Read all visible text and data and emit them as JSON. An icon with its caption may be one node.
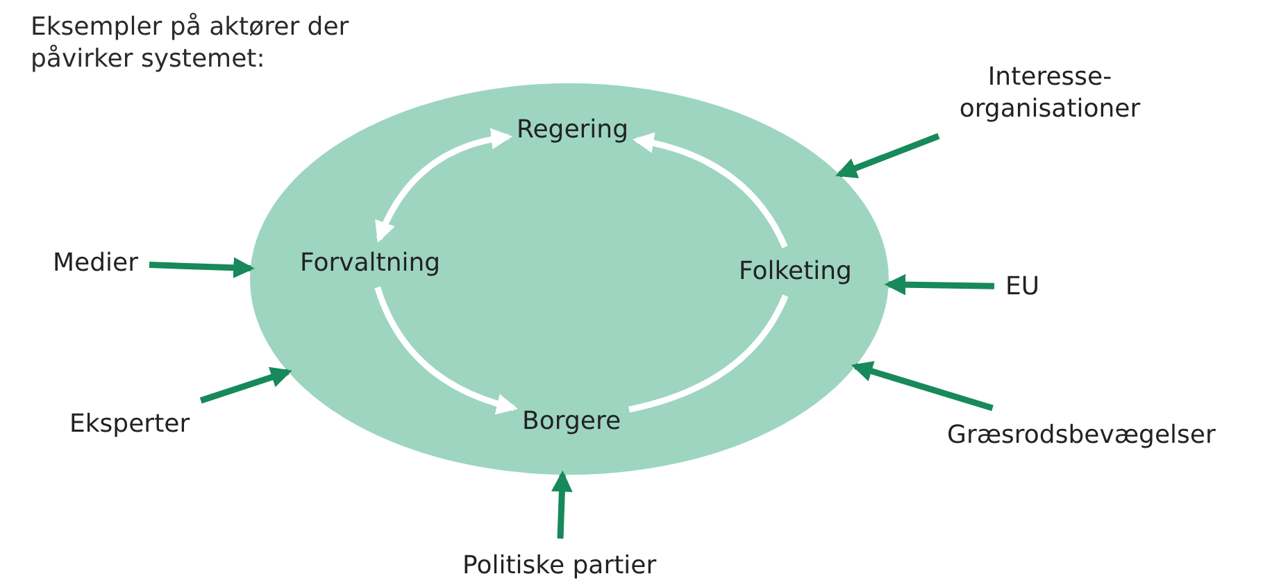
{
  "diagram": {
    "title": "Eksempler på aktører der påvirker systemet:",
    "nodes": [
      {
        "text": [],
        "shape": "ellipse"
      },
      {
        "text": [
          "Regering"
        ],
        "in": 0
      },
      {
        "text": [
          "Forvaltning"
        ],
        "in": 0
      },
      {
        "text": [
          "Folketing"
        ],
        "in": 0
      },
      {
        "text": [
          "Borgere"
        ],
        "in": 0
      },
      {
        "text": [
          "Interesse-organisationer"
        ]
      },
      {
        "text": [
          "Medier"
        ]
      },
      {
        "text": [
          "EU"
        ]
      },
      {
        "text": [
          "Eksperter"
        ]
      },
      {
        "text": [
          "Græsrodsbevægelser"
        ]
      },
      {
        "text": [
          "Politiske partier"
        ]
      }
    ],
    "edges": [
      {
        "from": 1,
        "to": 2,
        "arrow": "both",
        "color": "#ffffff"
      },
      {
        "from": 2,
        "to": 4,
        "arrow": "to",
        "color": "#ffffff"
      },
      {
        "from": 4,
        "to": 3,
        "arrow": "none",
        "color": "#ffffff"
      },
      {
        "from": 3,
        "to": 1,
        "arrow": "to",
        "color": "#ffffff"
      },
      {
        "from": 5,
        "to": 0,
        "arrow": "to"
      },
      {
        "from": 6,
        "to": 0,
        "arrow": "to"
      },
      {
        "from": 7,
        "to": 0,
        "arrow": "to"
      },
      {
        "from": 8,
        "to": 0,
        "arrow": "to"
      },
      {
        "from": 9,
        "to": 0,
        "arrow": "to"
      },
      {
        "from": 10,
        "to": 0,
        "arrow": "to"
      }
    ]
  }
}
